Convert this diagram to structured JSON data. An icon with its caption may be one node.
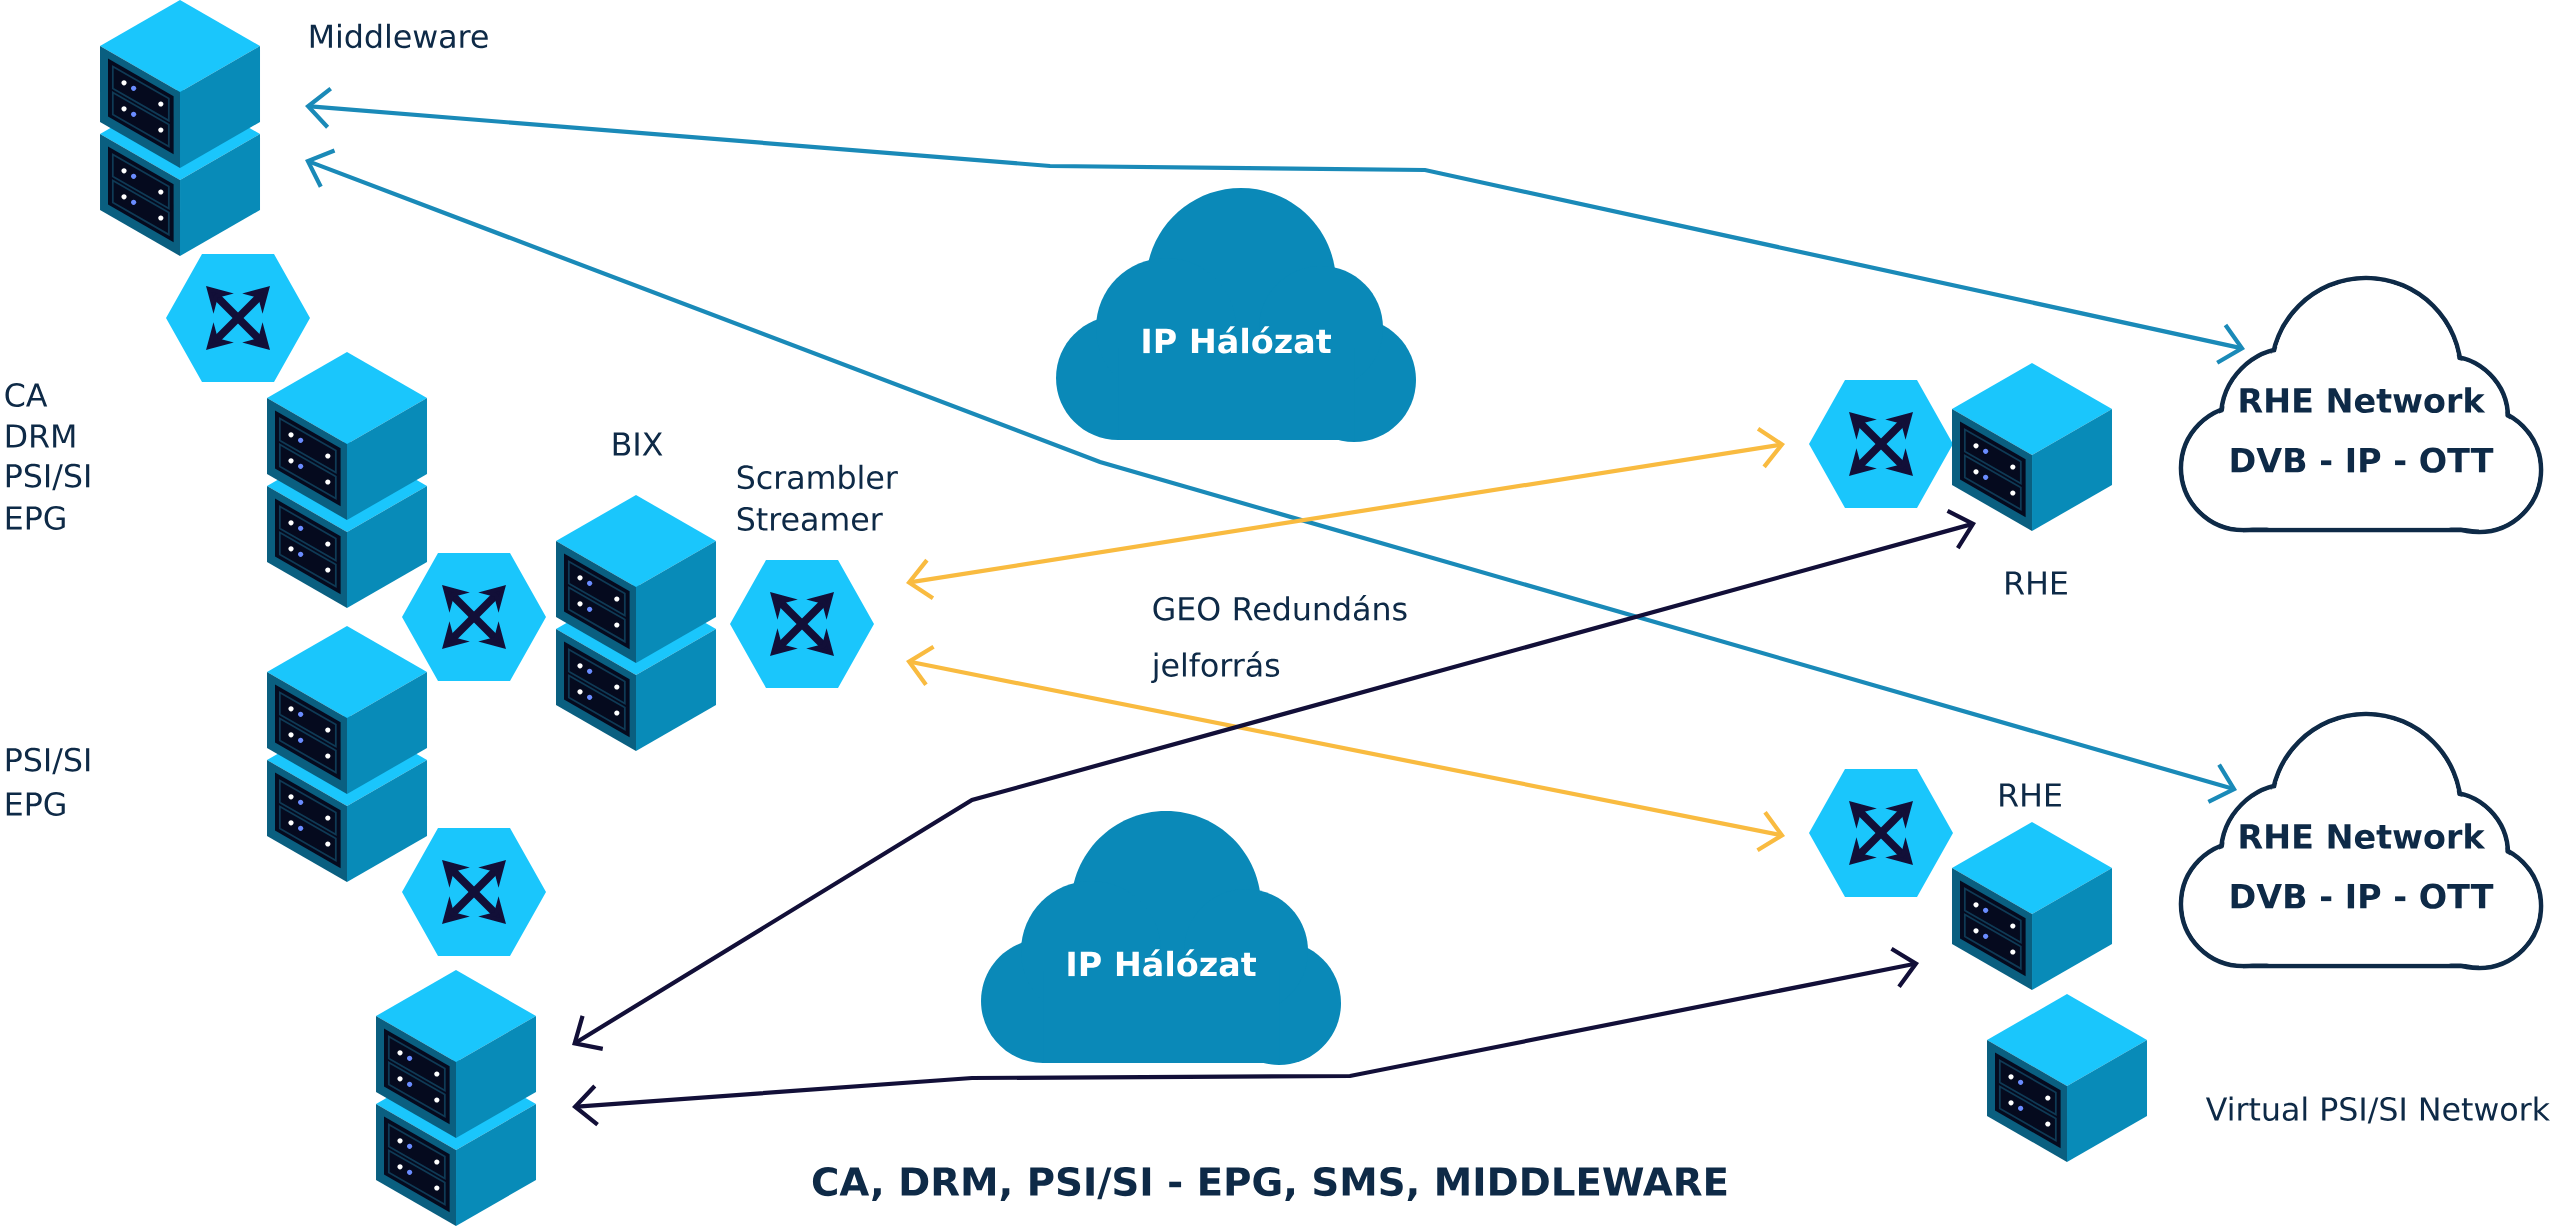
{
  "diagram": {
    "caption": "CA, DRM, PSI/SI - EPG, SMS, MIDDLEWARE",
    "nodes": [
      {
        "text": [],
        "shape": "server",
        "beside": [
          "Middleware"
        ]
      },
      {
        "text": [],
        "shape": "hexagon"
      },
      {
        "text": [],
        "shape": "server",
        "beside": [
          "CA",
          "DRM",
          "PSI/SI",
          "EPG"
        ]
      },
      {
        "text": [],
        "shape": "hexagon"
      },
      {
        "text": [],
        "shape": "server",
        "beside": [
          "BIX"
        ]
      },
      {
        "text": [],
        "shape": "hexagon",
        "beside": [
          "Scrambler",
          "Streamer"
        ]
      },
      {
        "text": [],
        "shape": "server",
        "beside": [
          "PSI/SI",
          "EPG"
        ]
      },
      {
        "text": [],
        "shape": "hexagon"
      },
      {
        "text": [],
        "shape": "server"
      },
      {
        "text": [
          "IP Hálózat"
        ]
      },
      {
        "text": [
          "IP Hálózat"
        ]
      },
      {
        "text": [],
        "shape": "hexagon"
      },
      {
        "text": [],
        "shape": "server",
        "beside": [
          "RHE"
        ]
      },
      {
        "text": [
          "RHE Network",
          "DVB - IP - OTT"
        ]
      },
      {
        "text": [],
        "shape": "hexagon"
      },
      {
        "text": [],
        "shape": "server",
        "beside": [
          "RHE"
        ]
      },
      {
        "text": [
          "RHE Network",
          "DVB - IP - OTT"
        ]
      },
      {
        "text": [],
        "shape": "server",
        "beside": [
          "Virtual PSI/SI Network"
        ]
      }
    ],
    "edges": [
      {
        "from": 0,
        "to": 13,
        "arrow": "both",
        "color": "#1a8ab8"
      },
      {
        "from": 0,
        "to": 16,
        "arrow": "both",
        "color": "#1a8ab8"
      },
      {
        "from": 5,
        "to": 11,
        "arrow": "both",
        "color": "#f9bb40"
      },
      {
        "from": 5,
        "to": 14,
        "arrow": "both",
        "color": "#f9bb40"
      },
      {
        "from": 8,
        "to": 12,
        "arrow": "both",
        "color": "#120f38"
      },
      {
        "from": 8,
        "to": 15,
        "arrow": "both",
        "color": "#120f38"
      }
    ],
    "labels": [
      "GEO Redundáns jelforrás"
    ]
  }
}
